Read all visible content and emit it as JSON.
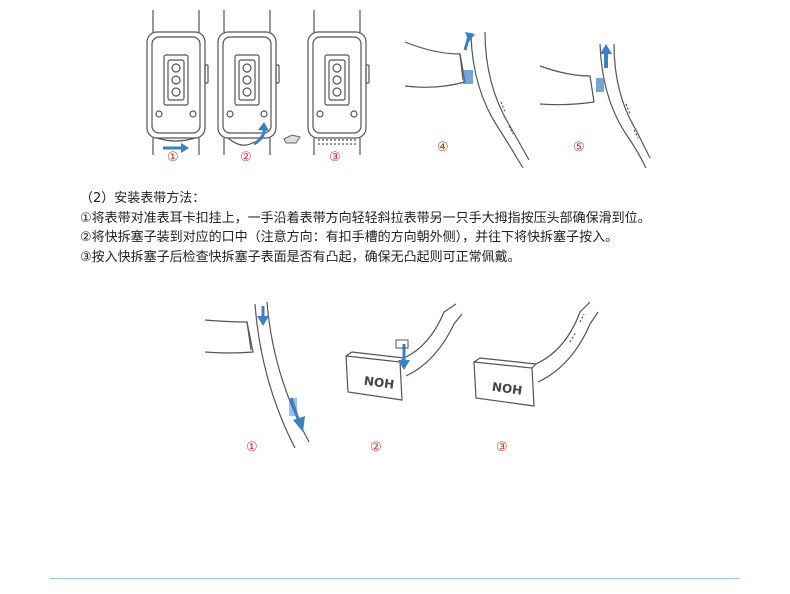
{
  "section_title": "（2）安装表带方法：",
  "steps": [
    "①将表带对准表耳卡扣挂上，一手沿着表带方向轻轻斜拉表带另一只手大拇指按压头部确保滑到位。",
    "②将快拆塞子装到对应的口中（注意方向：有扣手槽的方向朝外侧），并往下将快拆塞子按入。",
    "③按入快拆塞子后检查快拆塞子表面是否有凸起，确保无凸起则可正常佩戴。"
  ],
  "top_figures": {
    "labels": [
      "①",
      "②",
      "③",
      "④",
      "⑤"
    ]
  },
  "bottom_figures": {
    "labels": [
      "①",
      "②",
      "③"
    ],
    "strap_text": "NOH"
  },
  "colors": {
    "label_red": "#c0392b",
    "arrow_blue": "#3b7fc4",
    "line": "#555555"
  }
}
